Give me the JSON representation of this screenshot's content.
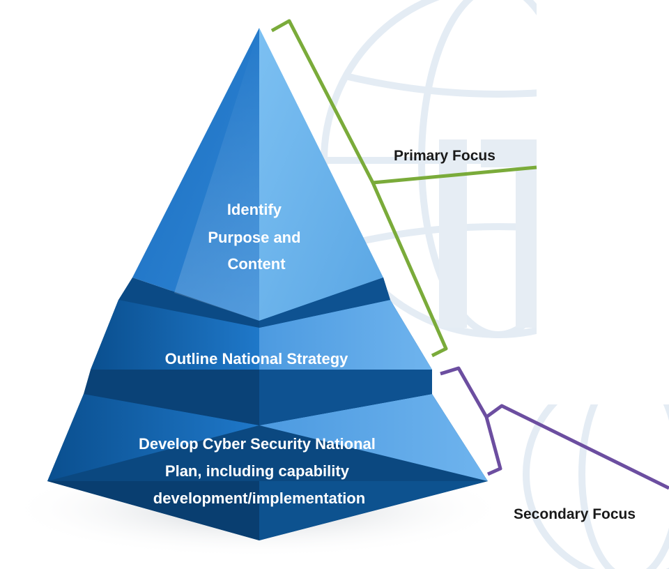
{
  "tiers": {
    "top": {
      "lines": [
        "Identify",
        "Purpose and",
        "Content"
      ]
    },
    "middle": {
      "lines": [
        "Outline National Strategy"
      ]
    },
    "bottom": {
      "lines": [
        "Develop Cyber Security National",
        "Plan, including capability",
        "development/implementation"
      ]
    }
  },
  "focus": {
    "primary": "Primary Focus",
    "secondary": "Secondary Focus"
  },
  "colors": {
    "tier_dark": "#0c5596",
    "tier_mid": "#1c73c5",
    "tier_light": "#5ba6e6",
    "primary_bracket": "#7aab3a",
    "secondary_bracket": "#6c4ea0",
    "watermark": "#e3ebf3"
  }
}
